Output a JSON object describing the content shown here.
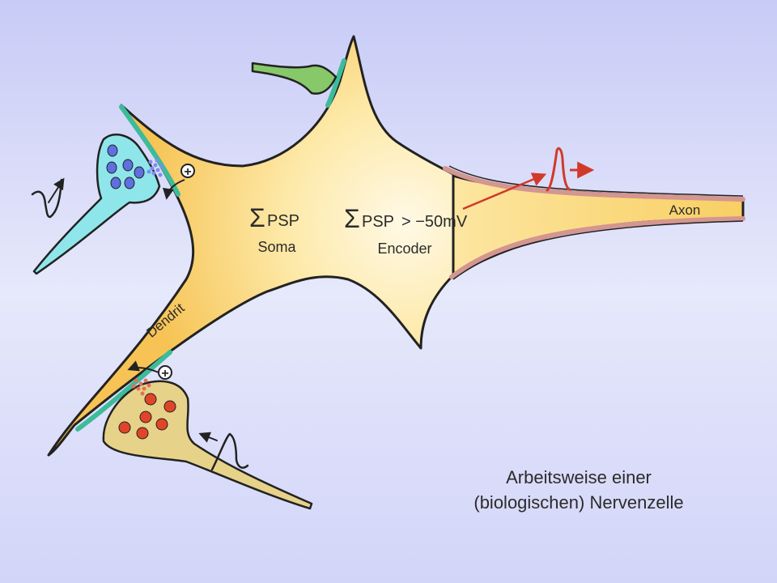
{
  "labels": {
    "sum_symbol": "Σ",
    "psp_soma": "PSP",
    "soma": "Soma",
    "psp_encoder": "PSP",
    "threshold": "> −50mV",
    "encoder": "Encoder",
    "axon": "Axon",
    "dendrit": "Dendrit",
    "plus": "+"
  },
  "caption": {
    "line1": "Arbeitsweise einer",
    "line2": "(biologischen) Nervenzelle"
  },
  "colors": {
    "soma_light": "#fff7dd",
    "soma_mid": "#fde39a",
    "soma_dark": "#f8c95c",
    "synapse_cyan": "#8fe6ea",
    "vesicle_blue": "#5e6fe0",
    "synapse_tan": "#e7d28a",
    "vesicle_red": "#e0452a",
    "synapse_green": "#86c86a",
    "membrane_teal": "#3dbb9a",
    "myelin": "#d49690",
    "spike_red": "#d13a2a"
  },
  "icons": [
    "plus-circle-icon",
    "action-potential-icon",
    "arrow-icon"
  ]
}
